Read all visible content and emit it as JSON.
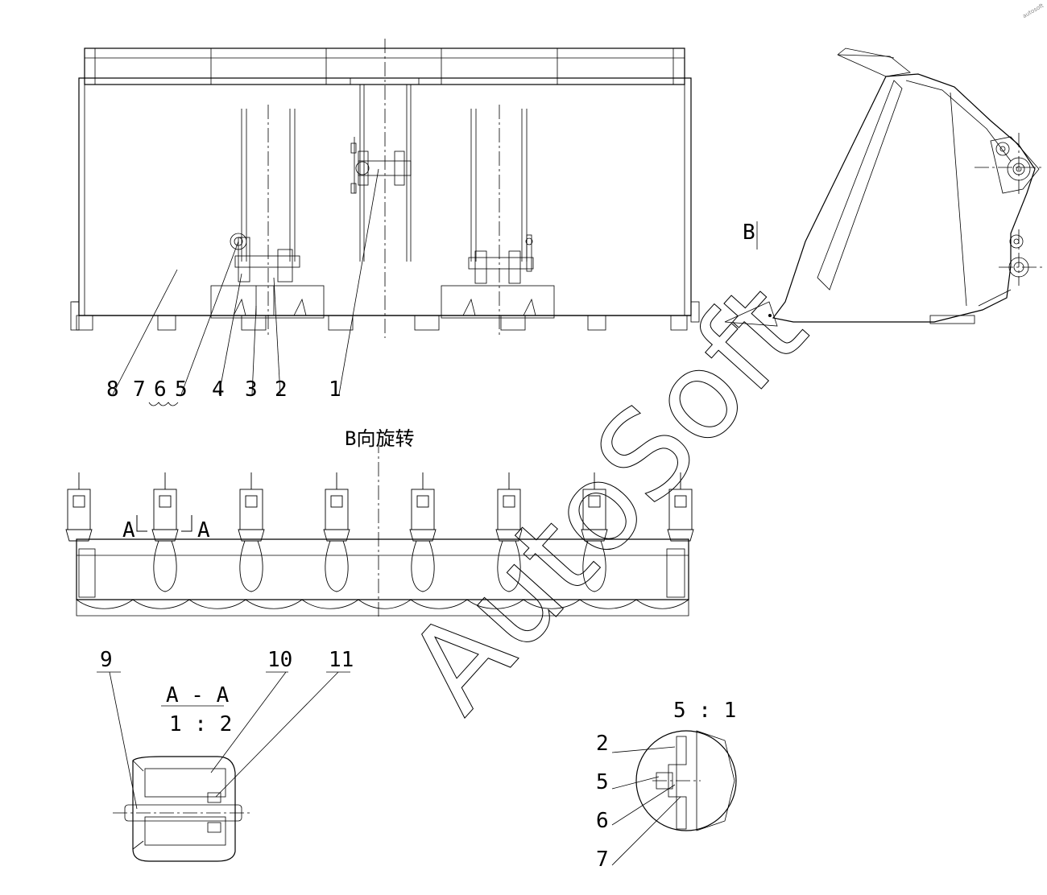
{
  "callouts_top": [
    "8",
    "7",
    "6",
    "5",
    "4",
    "3",
    "2",
    "1"
  ],
  "view_marker": "B",
  "rotate_label": "B向旋转",
  "section_marker_left": "A",
  "section_marker_right": "A",
  "callouts_section": [
    "9",
    "10",
    "11"
  ],
  "section_title": "A - A",
  "section_scale": "1 : 2",
  "detail_scale": "5 : 1",
  "callouts_detail": [
    "2",
    "5",
    "6",
    "7"
  ],
  "watermark": "AutoSoft",
  "corner_mark": "autosoft"
}
